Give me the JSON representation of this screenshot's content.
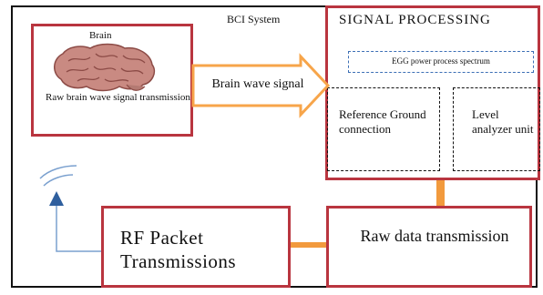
{
  "diagram": {
    "system_title": "BCI System",
    "brain_block": {
      "label": "Brain",
      "caption": "Raw brain wave signal transmission"
    },
    "arrow_label": "Brain wave signal",
    "signal_processing": {
      "title": "SIGNAL PROCESSING",
      "spectrum_label": "EGG power process spectrum",
      "reference_label": "Reference Ground connection",
      "level_label": "Level analyzer unit"
    },
    "raw_data_label": "Raw data transmission",
    "rf_label": "RF Packet Transmissions"
  },
  "colors": {
    "box_border": "#b9353f",
    "arrow_fill": "#f7a54a",
    "connector": "#f29a3d",
    "antenna": "#2f5f9e",
    "spectrum_border": "#3c6fb5"
  },
  "icons": [
    "brain-icon",
    "antenna-icon"
  ]
}
